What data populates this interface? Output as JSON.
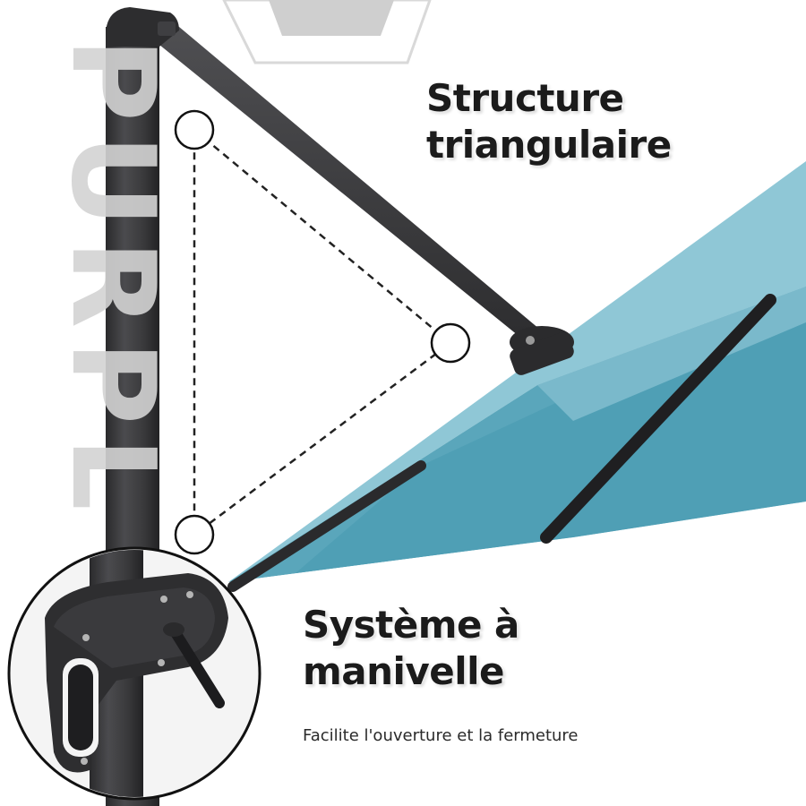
{
  "headline_top": {
    "line1": "Structure",
    "line2": "triangulaire"
  },
  "headline_bottom": {
    "line1": "Système à",
    "line2": "manivelle"
  },
  "subtitle": "Facilite l'ouverture et la fermeture",
  "watermark": "PURPL",
  "colors": {
    "canopy_light": "#8fc7d6",
    "canopy_main": "#5aa6bb",
    "canopy_dark": "#3c8ea5",
    "pole": "#3a3a3c",
    "text": "#1b1b1b",
    "hexagon": "#cfcfcf"
  }
}
